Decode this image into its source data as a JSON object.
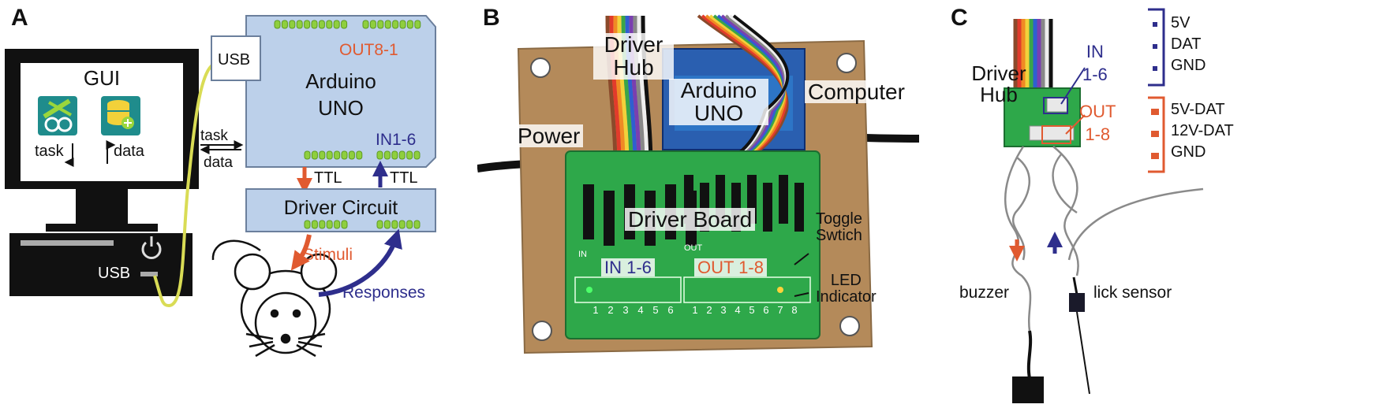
{
  "panels": {
    "a": "A",
    "b": "B",
    "c": "C"
  },
  "colors": {
    "board_blue": "#bcd0ea",
    "out_red": "#e05a30",
    "in_blue": "#2e2e8c",
    "cable_yellow": "#d9dc55",
    "pcb_green": "#2ea84a",
    "header_green": "#8fcf3e",
    "cardboard": "#b48a5a"
  },
  "panel_a": {
    "gui": "GUI",
    "task": "task",
    "data": "data",
    "usb_computer": "USB",
    "usb_arduino": "USB",
    "out_label": "OUT8-1",
    "arduino_line1": "Arduino",
    "arduino_line2": "UNO",
    "in_label": "IN1-6",
    "arrow_task": "task",
    "arrow_data": "data",
    "ttl_out": "TTL",
    "ttl_in": "TTL",
    "driver_circuit": "Driver Circuit",
    "stimuli": "Stimuli",
    "responses": "Responses",
    "icons": [
      "arduino-task-icon",
      "database-data-icon",
      "power-icon",
      "mouse-icon"
    ]
  },
  "panel_b": {
    "driver_hub_1": "Driver",
    "driver_hub_2": "Hub",
    "arduino_1": "Arduino",
    "arduino_2": "UNO",
    "computer": "Computer",
    "power": "Power",
    "driver_board": "Driver Board",
    "toggle_1": "Toggle",
    "toggle_2": "Swtich",
    "in_label": "IN 1-6",
    "out_label": "OUT 1-8",
    "led_1": "LED",
    "led_2": "Indicator",
    "board_in": "IN",
    "board_out": "OUT",
    "in_numbers": [
      "1",
      "2",
      "3",
      "4",
      "5",
      "6"
    ],
    "out_numbers": [
      "1",
      "2",
      "3",
      "4",
      "5",
      "6",
      "7",
      "8"
    ]
  },
  "panel_c": {
    "driver_hub_1": "Driver",
    "driver_hub_2": "Hub",
    "in_1": "IN",
    "in_2": "1-6",
    "out_1": "OUT",
    "out_2": "1-8",
    "in_pins": [
      "5V",
      "DAT",
      "GND"
    ],
    "out_pins": [
      "5V-DAT",
      "12V-DAT",
      "GND"
    ],
    "buzzer": "buzzer",
    "lick_sensor": "lick sensor"
  }
}
